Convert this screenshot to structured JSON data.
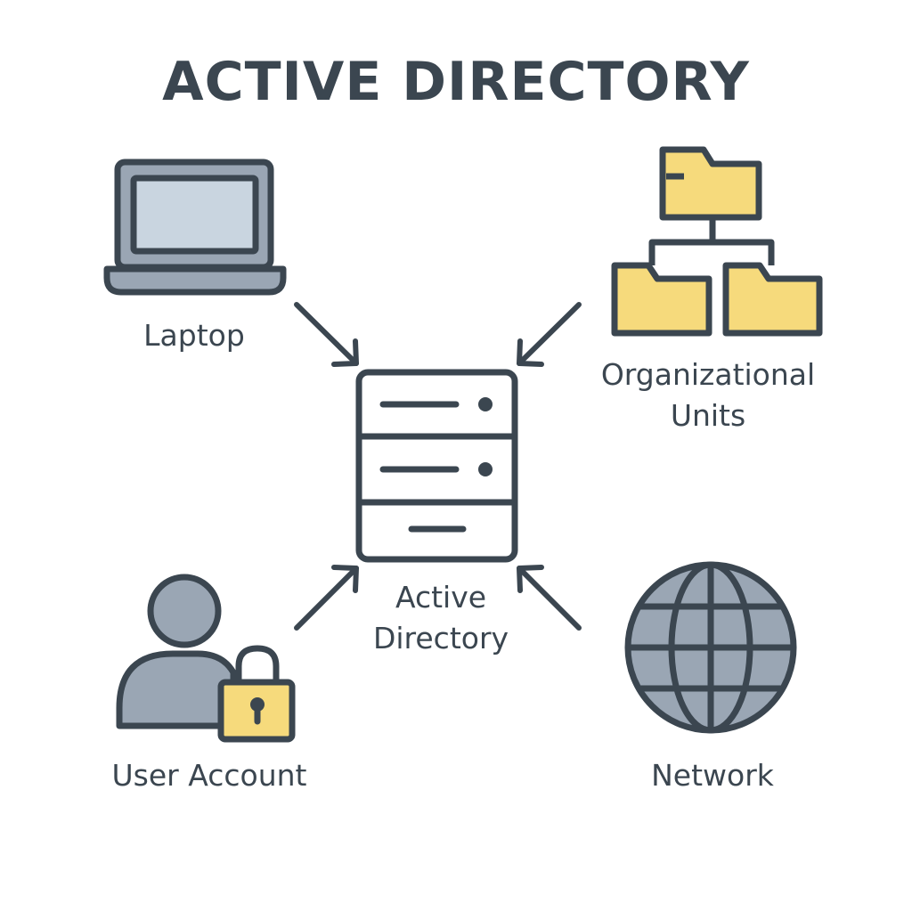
{
  "title": "ACTIVE DIRECTORY",
  "nodes": {
    "laptop": {
      "label": "Laptop",
      "icon": "laptop-icon"
    },
    "organizational_units": {
      "label_line1": "Organizational",
      "label_line2": "Units",
      "icon": "folder-hierarchy-icon"
    },
    "active_directory": {
      "label_line1": "Active",
      "label_line2": "Directory",
      "icon": "server-icon"
    },
    "user_account": {
      "label": "User Account",
      "icon": "user-lock-icon"
    },
    "network": {
      "label": "Network",
      "icon": "globe-icon"
    }
  },
  "colors": {
    "stroke": "#3b4650",
    "gray_fill": "#9aa6b4",
    "screen_fill": "#c9d5e0",
    "yellow_fill": "#f6da7c"
  }
}
